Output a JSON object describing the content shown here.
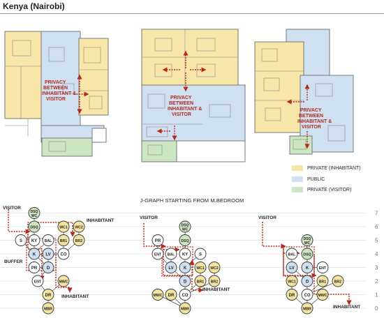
{
  "page": {
    "title": "Kenya (Nairobi)"
  },
  "legend": [
    {
      "label": "PRIVATE (INHABITANT)",
      "color": "#f8e6a8"
    },
    {
      "label": "PUBLIC",
      "color": "#cfe0f0"
    },
    {
      "label": "PRIVATE (VISITOR)",
      "color": "#cbe6c0"
    }
  ],
  "plans": {
    "privacy_label": "PRIVACY BETWEEN INHABITANT & VISITOR"
  },
  "jgraph": {
    "title": "J-GRAPH STARTING FROM M.BEDROOM",
    "levels": [
      "0",
      "1",
      "2",
      "3",
      "4",
      "5",
      "6",
      "7"
    ],
    "labels": {
      "visitor": "VISITOR",
      "inhabitant": "INHABITANT",
      "buffer": "BUFFER"
    },
    "node_colors": {
      "inhabitant": "#f3e4a3",
      "public": "#cfe0f0",
      "visitor": "#cfe6c4",
      "neutral": "#ffffff"
    },
    "graph1": {
      "nodes": [
        {
          "id": "MBR",
          "label": "MBR",
          "type": "inhabitant"
        },
        {
          "id": "DR",
          "label": "DR",
          "type": "inhabitant"
        },
        {
          "id": "ENT",
          "label": "ENT",
          "type": "neutral"
        },
        {
          "id": "MWC",
          "label": "MWC",
          "type": "inhabitant"
        },
        {
          "id": "PR",
          "label": "PR",
          "type": "neutral"
        },
        {
          "id": "D",
          "label": "D",
          "type": "public"
        },
        {
          "id": "K",
          "label": "K",
          "type": "public"
        },
        {
          "id": "LV",
          "label": "LV",
          "type": "public"
        },
        {
          "id": "CO",
          "label": "CO",
          "type": "neutral"
        },
        {
          "id": "S",
          "label": "S",
          "type": "neutral"
        },
        {
          "id": "KY",
          "label": "KY",
          "type": "neutral"
        },
        {
          "id": "BAL",
          "label": "BAL",
          "type": "neutral"
        },
        {
          "id": "BR1",
          "label": "BR1",
          "type": "inhabitant"
        },
        {
          "id": "BR2",
          "label": "BR2",
          "type": "inhabitant"
        },
        {
          "id": "DSQ",
          "label": "DSQ",
          "type": "visitor"
        },
        {
          "id": "WC1",
          "label": "WC1",
          "type": "inhabitant"
        },
        {
          "id": "WC2",
          "label": "WC2",
          "type": "inhabitant"
        },
        {
          "id": "DSQWC",
          "label": "DSQ WC",
          "type": "visitor"
        }
      ]
    },
    "graph2": {
      "nodes": [
        {
          "id": "MBR",
          "label": "MBR",
          "type": "inhabitant"
        },
        {
          "id": "DR",
          "label": "DR",
          "type": "inhabitant"
        },
        {
          "id": "MWC",
          "label": "MWC",
          "type": "inhabitant"
        },
        {
          "id": "CO",
          "label": "CO",
          "type": "neutral"
        },
        {
          "id": "D",
          "label": "D",
          "type": "public"
        },
        {
          "id": "BR1",
          "label": "BR1",
          "type": "inhabitant"
        },
        {
          "id": "BR2",
          "label": "BR2",
          "type": "inhabitant"
        },
        {
          "id": "LV",
          "label": "LV",
          "type": "public"
        },
        {
          "id": "K",
          "label": "K",
          "type": "public"
        },
        {
          "id": "WC1",
          "label": "WC1",
          "type": "inhabitant"
        },
        {
          "id": "WC2",
          "label": "WC2",
          "type": "inhabitant"
        },
        {
          "id": "ENT",
          "label": "ENT",
          "type": "neutral"
        },
        {
          "id": "BAL",
          "label": "BAL",
          "type": "neutral"
        },
        {
          "id": "KY",
          "label": "KY",
          "type": "neutral"
        },
        {
          "id": "S",
          "label": "S",
          "type": "neutral"
        },
        {
          "id": "PR",
          "label": "PR",
          "type": "neutral"
        },
        {
          "id": "DSQ",
          "label": "DSQ",
          "type": "visitor"
        },
        {
          "id": "DSQWC",
          "label": "DSQ WC",
          "type": "visitor"
        }
      ]
    },
    "graph3": {
      "nodes": [
        {
          "id": "MBR",
          "label": "MBR",
          "type": "inhabitant"
        },
        {
          "id": "DR",
          "label": "DR",
          "type": "inhabitant"
        },
        {
          "id": "CO",
          "label": "CO",
          "type": "neutral"
        },
        {
          "id": "MWC",
          "label": "MWC",
          "type": "inhabitant"
        },
        {
          "id": "WC1",
          "label": "WC1",
          "type": "inhabitant"
        },
        {
          "id": "D",
          "label": "D",
          "type": "public"
        },
        {
          "id": "BR1",
          "label": "BR1",
          "type": "inhabitant"
        },
        {
          "id": "BR2",
          "label": "BR2",
          "type": "inhabitant"
        },
        {
          "id": "LV",
          "label": "LV",
          "type": "public"
        },
        {
          "id": "K",
          "label": "K",
          "type": "public"
        },
        {
          "id": "ENT",
          "label": "ENT",
          "type": "neutral"
        },
        {
          "id": "BAL",
          "label": "BAL",
          "type": "neutral"
        },
        {
          "id": "DSQ",
          "label": "DSQ",
          "type": "visitor"
        },
        {
          "id": "DSQWC",
          "label": "DSQ WC",
          "type": "visitor"
        }
      ]
    }
  }
}
